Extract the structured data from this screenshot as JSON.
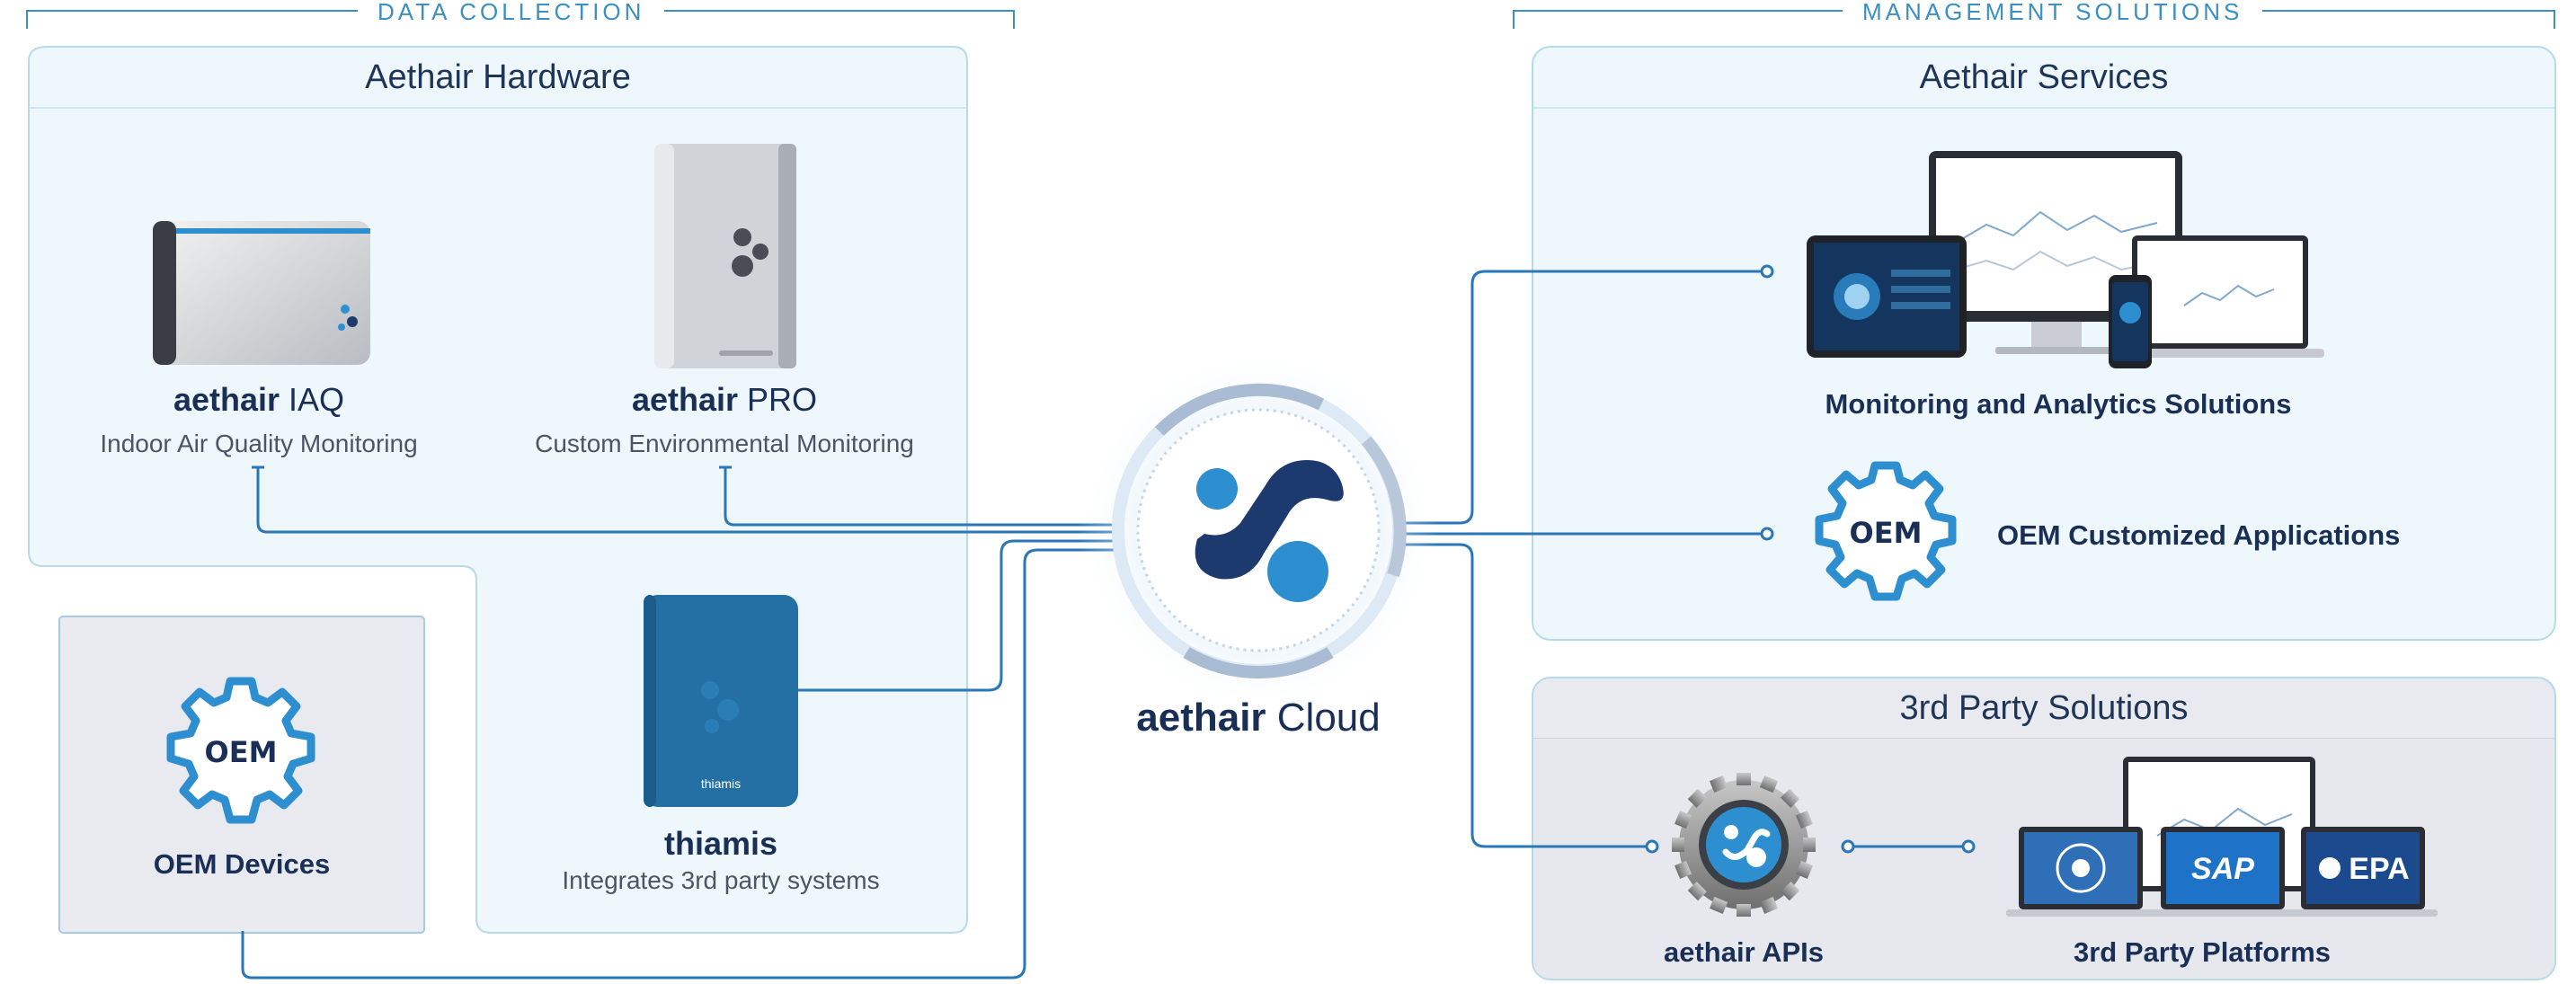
{
  "sections": {
    "data_collection": "DATA COLLECTION",
    "management_solutions": "MANAGEMENT SOLUTIONS"
  },
  "hardware_panel": {
    "title": "Aethair Hardware"
  },
  "products": {
    "iaq": {
      "brand": "aethair",
      "model": "IAQ",
      "subtitle": "Indoor Air Quality Monitoring"
    },
    "pro": {
      "brand": "aethair",
      "model": "PRO",
      "subtitle": "Custom Environmental Monitoring"
    },
    "thiamis": {
      "name": "thiamis",
      "subtitle": "Integrates 3rd party systems",
      "device_label": "thiamis"
    }
  },
  "oem_devices": {
    "badge": "OEM",
    "label": "OEM Devices"
  },
  "cloud": {
    "brand": "aethair",
    "name": "Cloud"
  },
  "services_panel": {
    "title": "Aethair Services",
    "monitoring_label": "Monitoring and Analytics Solutions",
    "oem_badge": "OEM",
    "oem_label": "OEM Customized Applications"
  },
  "third_party_panel": {
    "title": "3rd Party Solutions",
    "apis_label": "aethair APIs",
    "platforms_label": "3rd Party Platforms",
    "platform_logos": [
      "SAP",
      "EPA"
    ]
  },
  "colors": {
    "line_blue": "#2a77b8",
    "panel_fill": "#eef7fb",
    "panel_border": "#b8d9ec",
    "grey_panel": "#e9eaf0",
    "navy": "#1d3a6e",
    "accent_blue": "#2e8fd0"
  }
}
